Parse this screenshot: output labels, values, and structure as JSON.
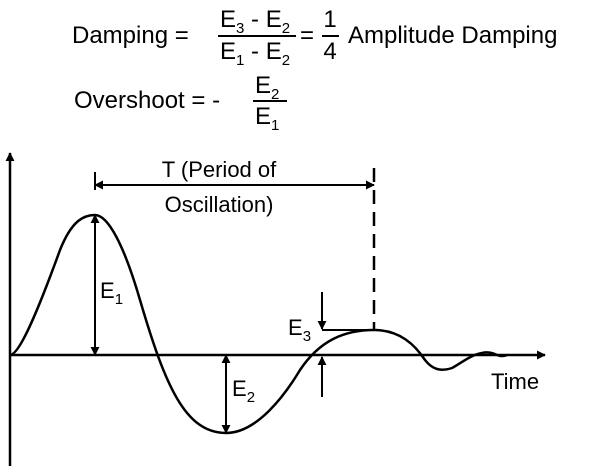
{
  "formula_damping": {
    "label": "Damping =",
    "numerator_parts": [
      "E",
      "3",
      " - E",
      "2"
    ],
    "denominator_parts": [
      "E",
      "1",
      " - E",
      "2"
    ],
    "equals": "=",
    "ratio_numerator": "1",
    "ratio_denominator": "4",
    "description": "Amplitude Damping"
  },
  "formula_overshoot": {
    "label": "Overshoot = -",
    "numerator_parts": [
      "E",
      "2"
    ],
    "denominator_parts": [
      "E",
      "1"
    ]
  },
  "period": {
    "line1": "T (Period of",
    "line2": "Oscillation)"
  },
  "labels": {
    "e1": [
      "E",
      "1"
    ],
    "e2": [
      "E",
      "2"
    ],
    "e3": [
      "E",
      "3"
    ],
    "x_axis": "Time"
  }
}
